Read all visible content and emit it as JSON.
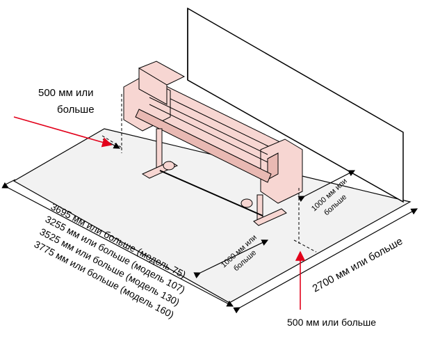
{
  "labels": {
    "left_clearance_line1": "500 мм или",
    "left_clearance_line2": "больше",
    "back_clearance_line1": "1000 мм или",
    "back_clearance_line2": "больше",
    "front_clearance_line1": "1000 мм или",
    "front_clearance_line2": "больше",
    "depth_total": "2700 мм или больше",
    "right_clearance": "500 мм или больше",
    "width_model_75": "3695 мм или больше (модель 75)",
    "width_model_107": "3255 мм или больше (модель 107)",
    "width_model_130": "3525 мм или больше (модель 130)",
    "width_model_160": "3775 мм или больше (модель 160)"
  },
  "colors": {
    "printer_fill": "#f7d6d2",
    "arrow_red": "#e2001a",
    "floor_fill": "#f2f2f2",
    "line": "#000000"
  }
}
